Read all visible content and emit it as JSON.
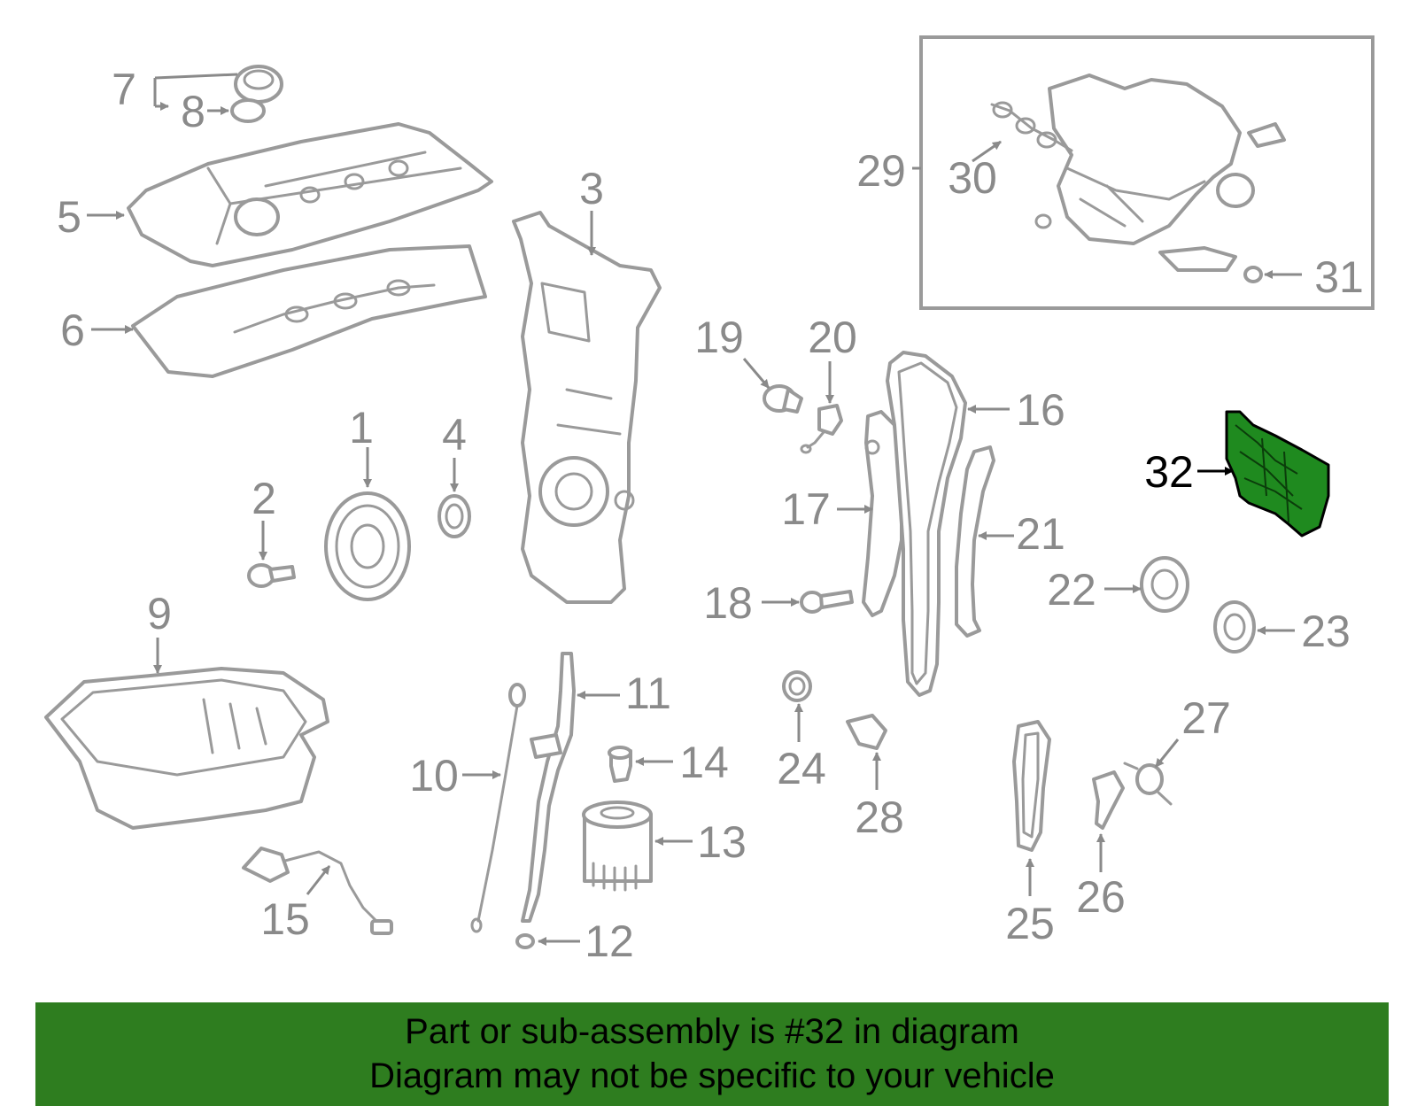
{
  "diagram": {
    "labels": [
      "1",
      "2",
      "3",
      "4",
      "5",
      "6",
      "7",
      "8",
      "9",
      "10",
      "11",
      "12",
      "13",
      "14",
      "15",
      "16",
      "17",
      "18",
      "19",
      "20",
      "21",
      "22",
      "23",
      "24",
      "25",
      "26",
      "27",
      "28",
      "29",
      "30",
      "31",
      "32"
    ],
    "highlighted_part": "32",
    "highlight_color": "#1f8a1f"
  },
  "banner": {
    "line1": "Part or sub-assembly is #32 in diagram",
    "line2": "Diagram may not be specific to your vehicle",
    "background_color": "#2e7d1f"
  }
}
